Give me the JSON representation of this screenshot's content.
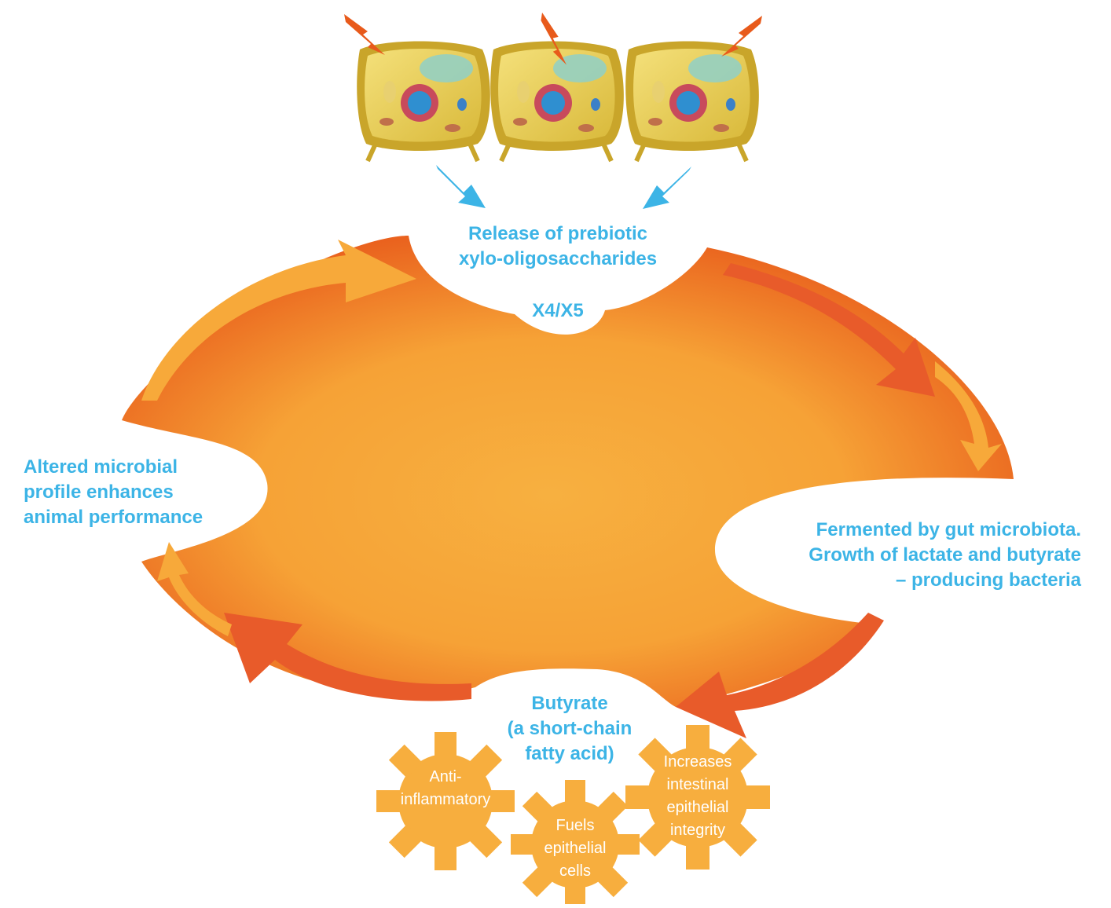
{
  "colors": {
    "blob_outer": "#e85a1b",
    "blob_inner": "#f7ae3e",
    "arrow_red": "#e85b2a",
    "arrow_light": "#f7a93a",
    "arrow_blue": "#3cb4e6",
    "label_blue": "#3cb4e6",
    "gear": "#f7ae3e",
    "cell_wall": "#d4b531",
    "cell_body": "#f0d65a",
    "nucleus_ring": "#c84a5c",
    "nucleus": "#2f8fd0",
    "vacuole": "#8fd0c8",
    "lightning": "#e85a1b"
  },
  "top": {
    "line1": "Release of prebiotic",
    "line2": "xylo-oligosaccharides",
    "tag": "X4/X5"
  },
  "right": {
    "line1": "Fermented by gut microbiota.",
    "line2": "Growth of lactate and butyrate",
    "line3": "– producing bacteria"
  },
  "bottom": {
    "line1": "Butyrate",
    "line2": "(a short-chain",
    "line3": "fatty acid)"
  },
  "left": {
    "line1": "Altered microbial",
    "line2": "profile enhances",
    "line3": "animal performance"
  },
  "gears": {
    "g1": {
      "line1": "Anti-",
      "line2": "inflammatory"
    },
    "g2": {
      "line1": "Fuels",
      "line2": "epithelial",
      "line3": "cells"
    },
    "g3": {
      "line1": "Increases",
      "line2": "intestinal",
      "line3": "epithelial",
      "line4": "integrity"
    }
  },
  "icons": [
    "plant-cell-icon",
    "lightning-bolt-icon",
    "gear-icon",
    "cycle-arrow-icon"
  ]
}
